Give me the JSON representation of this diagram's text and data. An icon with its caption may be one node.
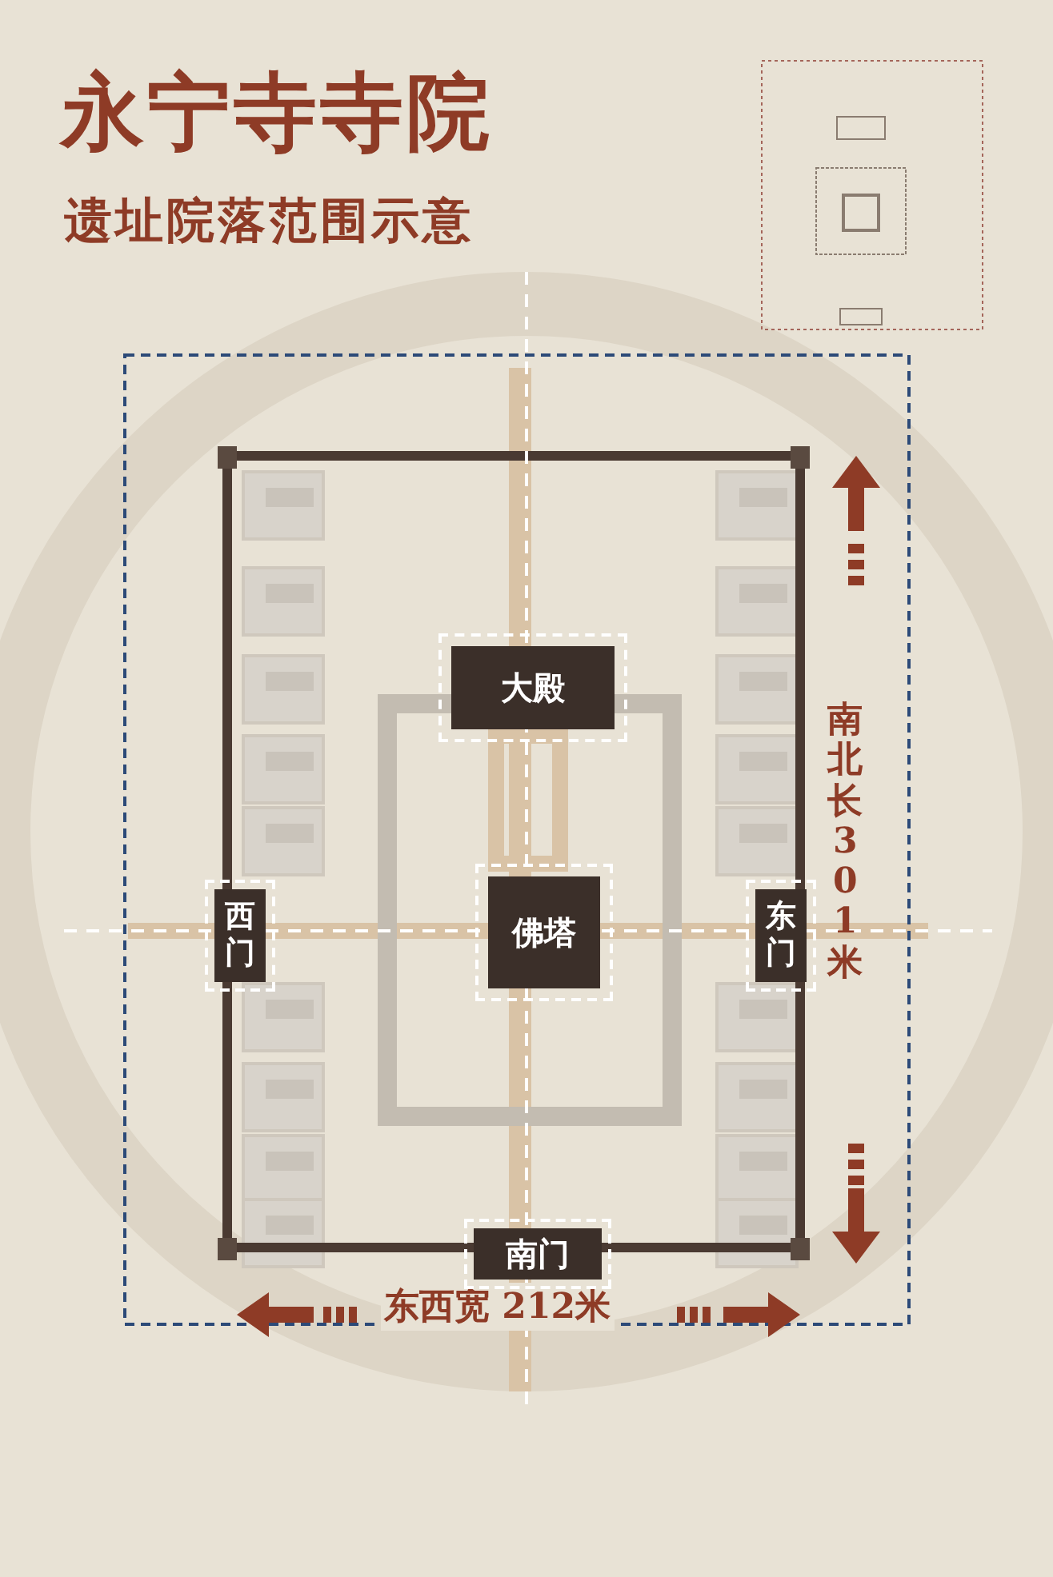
{
  "diagram": {
    "title": "永宁寺寺院",
    "nodes": [
      {
        "text": [
          "大殿"
        ]
      },
      {
        "text": [
          "佛塔"
        ]
      },
      {
        "text": [
          "西门"
        ]
      },
      {
        "text": [
          "东门"
        ]
      },
      {
        "text": [
          "南门"
        ]
      }
    ],
    "labels": [
      "遗址院落范围示意",
      "南北长 301米",
      "东西宽 212米"
    ]
  }
}
